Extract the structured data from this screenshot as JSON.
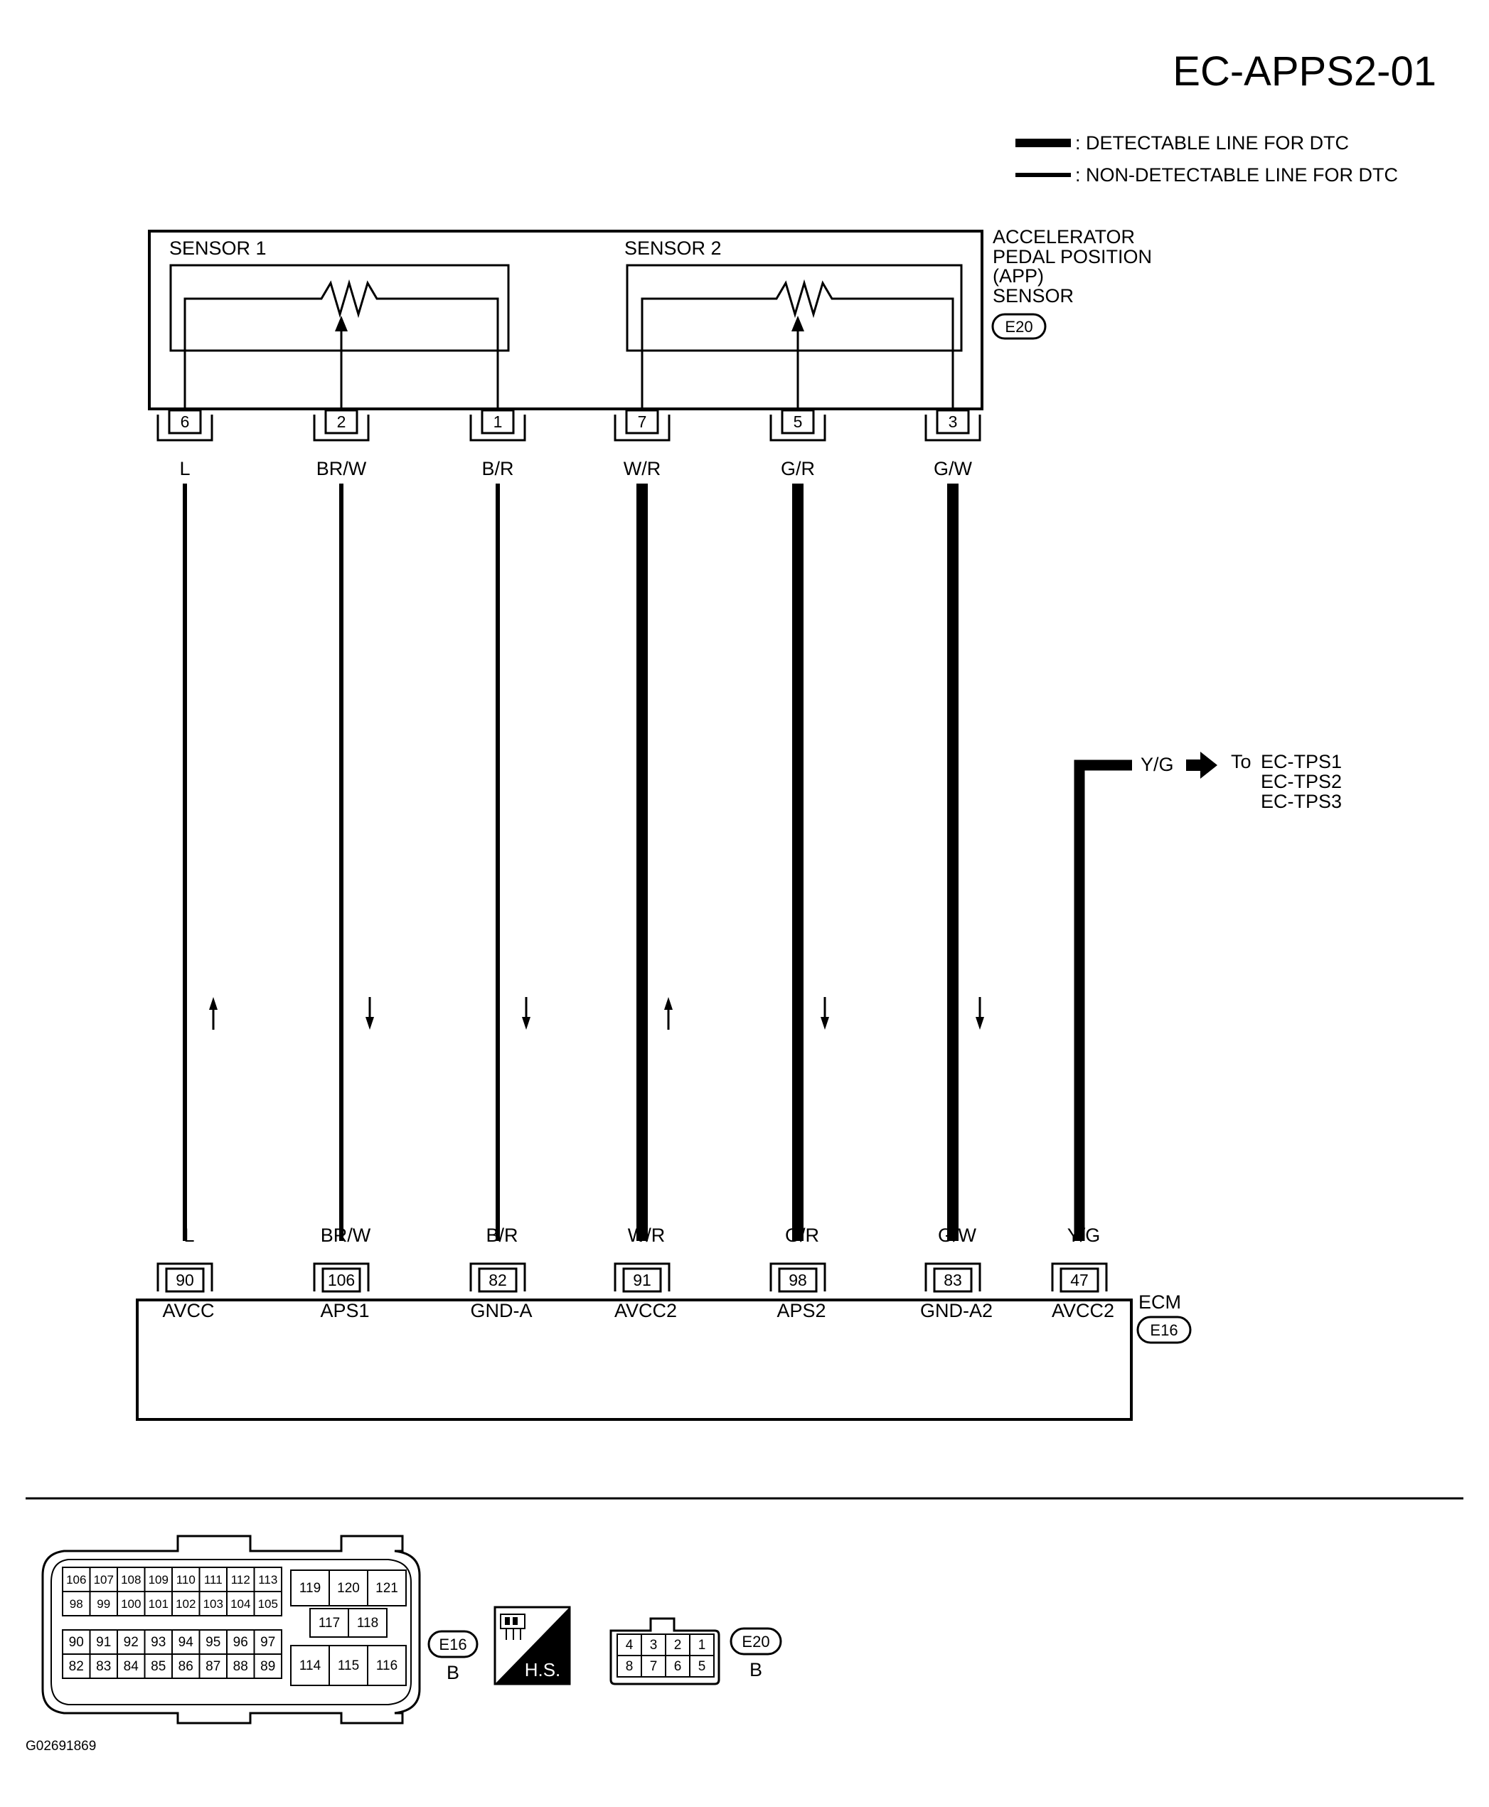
{
  "title": "EC-APPS2-01",
  "legend": {
    "detectable": ": DETECTABLE LINE FOR DTC",
    "non_detectable": ": NON-DETECTABLE LINE FOR DTC"
  },
  "sensor": {
    "sensor1_label": "SENSOR 1",
    "sensor2_label": "SENSOR 2",
    "name_lines": [
      "ACCELERATOR",
      "PEDAL POSITION",
      "(APP)",
      "SENSOR"
    ],
    "connector_id": "E20",
    "pins": [
      "6",
      "2",
      "1",
      "7",
      "5",
      "3"
    ],
    "wire_colors": [
      "L",
      "BR/W",
      "B/R",
      "W/R",
      "G/R",
      "G/W"
    ]
  },
  "wires": [
    {
      "detectable": false,
      "direction": "up"
    },
    {
      "detectable": false,
      "direction": "down"
    },
    {
      "detectable": false,
      "direction": "down"
    },
    {
      "detectable": true,
      "direction": "up"
    },
    {
      "detectable": true,
      "direction": "down"
    },
    {
      "detectable": true,
      "direction": "down"
    }
  ],
  "branch": {
    "color": "Y/G",
    "to_prefix": "To",
    "targets": [
      "EC-TPS1",
      "EC-TPS2",
      "EC-TPS3"
    ]
  },
  "ecm": {
    "name": "ECM",
    "connector_id": "E16",
    "wire_colors": [
      "L",
      "BR/W",
      "B/R",
      "W/R",
      "G/R",
      "G/W",
      "Y/G"
    ],
    "pins": [
      "90",
      "106",
      "82",
      "91",
      "98",
      "83",
      "47"
    ],
    "signals": [
      "AVCC",
      "APS1",
      "GND-A",
      "AVCC2",
      "APS2",
      "GND-A2",
      "AVCC2"
    ]
  },
  "connectors": {
    "e16": {
      "id": "E16",
      "sub": "B",
      "row1": [
        "106",
        "107",
        "108",
        "109",
        "110",
        "111",
        "112",
        "113"
      ],
      "row2": [
        "98",
        "99",
        "100",
        "101",
        "102",
        "103",
        "104",
        "105"
      ],
      "row3": [
        "90",
        "91",
        "92",
        "93",
        "94",
        "95",
        "96",
        "97"
      ],
      "row4": [
        "82",
        "83",
        "84",
        "85",
        "86",
        "87",
        "88",
        "89"
      ],
      "right_top": [
        "119",
        "120",
        "121"
      ],
      "right_mid": [
        "117",
        "118"
      ],
      "right_bottom": [
        "114",
        "115",
        "116"
      ]
    },
    "hs_label": "H.S.",
    "e20": {
      "id": "E20",
      "sub": "B",
      "row1": [
        "4",
        "3",
        "2",
        "1"
      ],
      "row2": [
        "8",
        "7",
        "6",
        "5"
      ]
    }
  },
  "footer_code": "G02691869"
}
